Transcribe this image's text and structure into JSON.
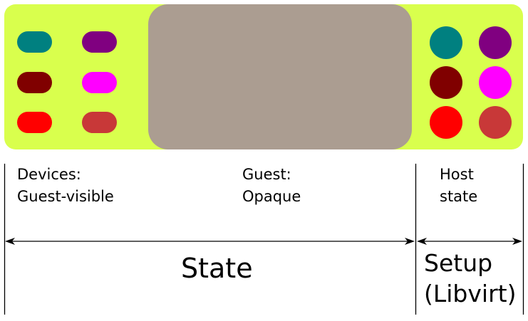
{
  "colors": {
    "background": "#ffffff",
    "panel": "#d9ff4d",
    "guest_block": "#ab9d91",
    "line": "#000000"
  },
  "devices": {
    "pills": [
      {
        "icon": "teal-pill-icon",
        "color": "#008080"
      },
      {
        "icon": "purple-pill-icon",
        "color": "#800080"
      },
      {
        "icon": "maroon-pill-icon",
        "color": "#800000"
      },
      {
        "icon": "magenta-pill-icon",
        "color": "#ff00ff"
      },
      {
        "icon": "red-pill-icon",
        "color": "#ff0000"
      },
      {
        "icon": "brick-red-pill-icon",
        "color": "#c83838"
      }
    ]
  },
  "host": {
    "circles": [
      {
        "icon": "teal-circle-icon",
        "color": "#008080"
      },
      {
        "icon": "purple-circle-icon",
        "color": "#800080"
      },
      {
        "icon": "maroon-circle-icon",
        "color": "#800000"
      },
      {
        "icon": "magenta-circle-icon",
        "color": "#ff00ff"
      },
      {
        "icon": "red-circle-icon",
        "color": "#ff0000"
      },
      {
        "icon": "brick-red-circle-icon",
        "color": "#c83838"
      }
    ]
  },
  "labels": {
    "devices_line1": "Devices:",
    "devices_line2": "Guest-visible",
    "guest_line1": "Guest:",
    "guest_line2": "Opaque",
    "host_line1": "Host",
    "host_line2": "state",
    "state": "State",
    "setup_line1": "Setup",
    "setup_line2": "(Libvirt)"
  }
}
